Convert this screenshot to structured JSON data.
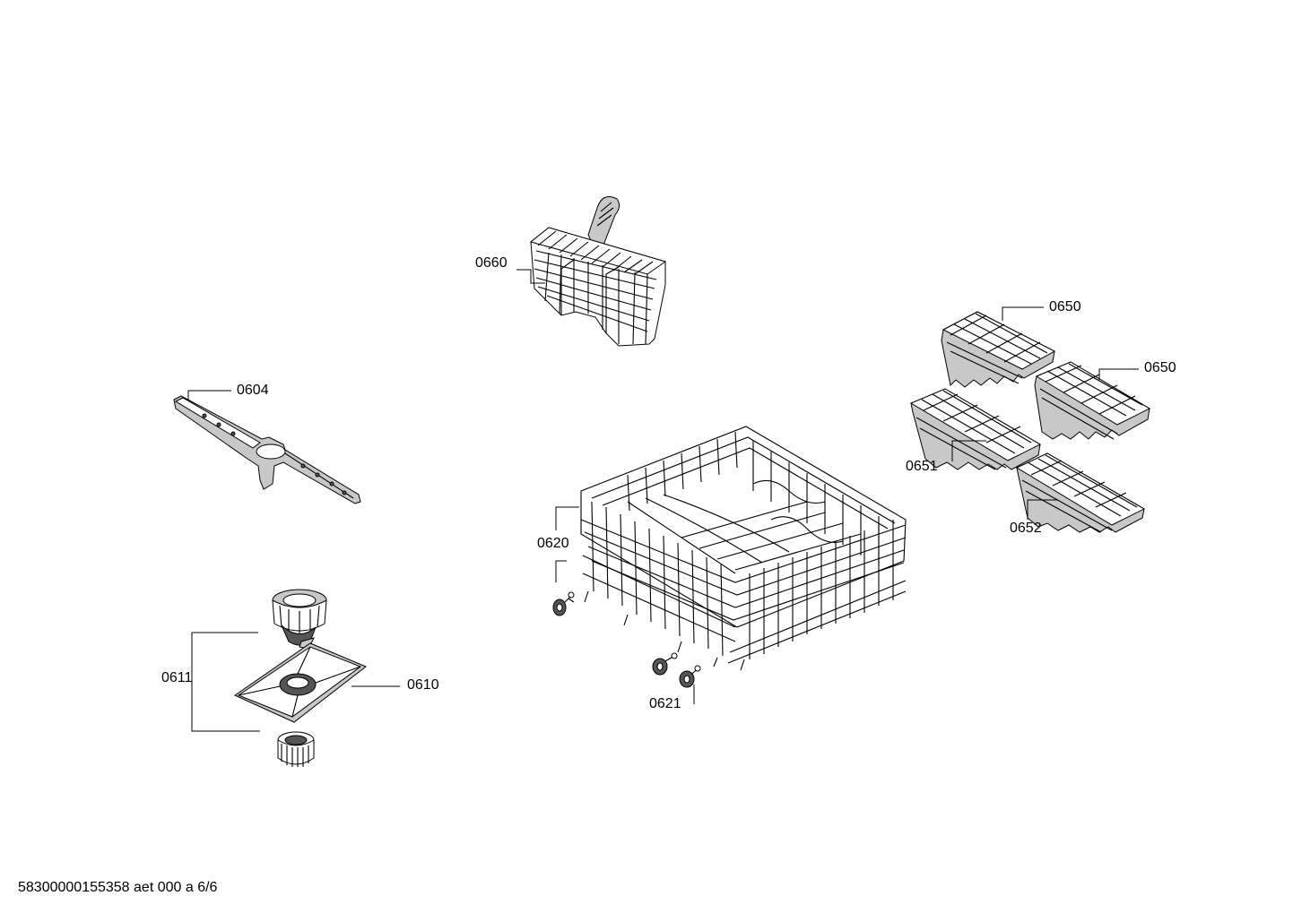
{
  "labels": {
    "p0660": "0660",
    "p0650a": "0650",
    "p0650b": "0650",
    "p0651": "0651",
    "p0652": "0652",
    "p0604": "0604",
    "p0620": "0620",
    "p0621": "0621",
    "p0611": "0611",
    "p0610": "0610"
  },
  "footer": "58300000155358 aet 000 a 6/6"
}
